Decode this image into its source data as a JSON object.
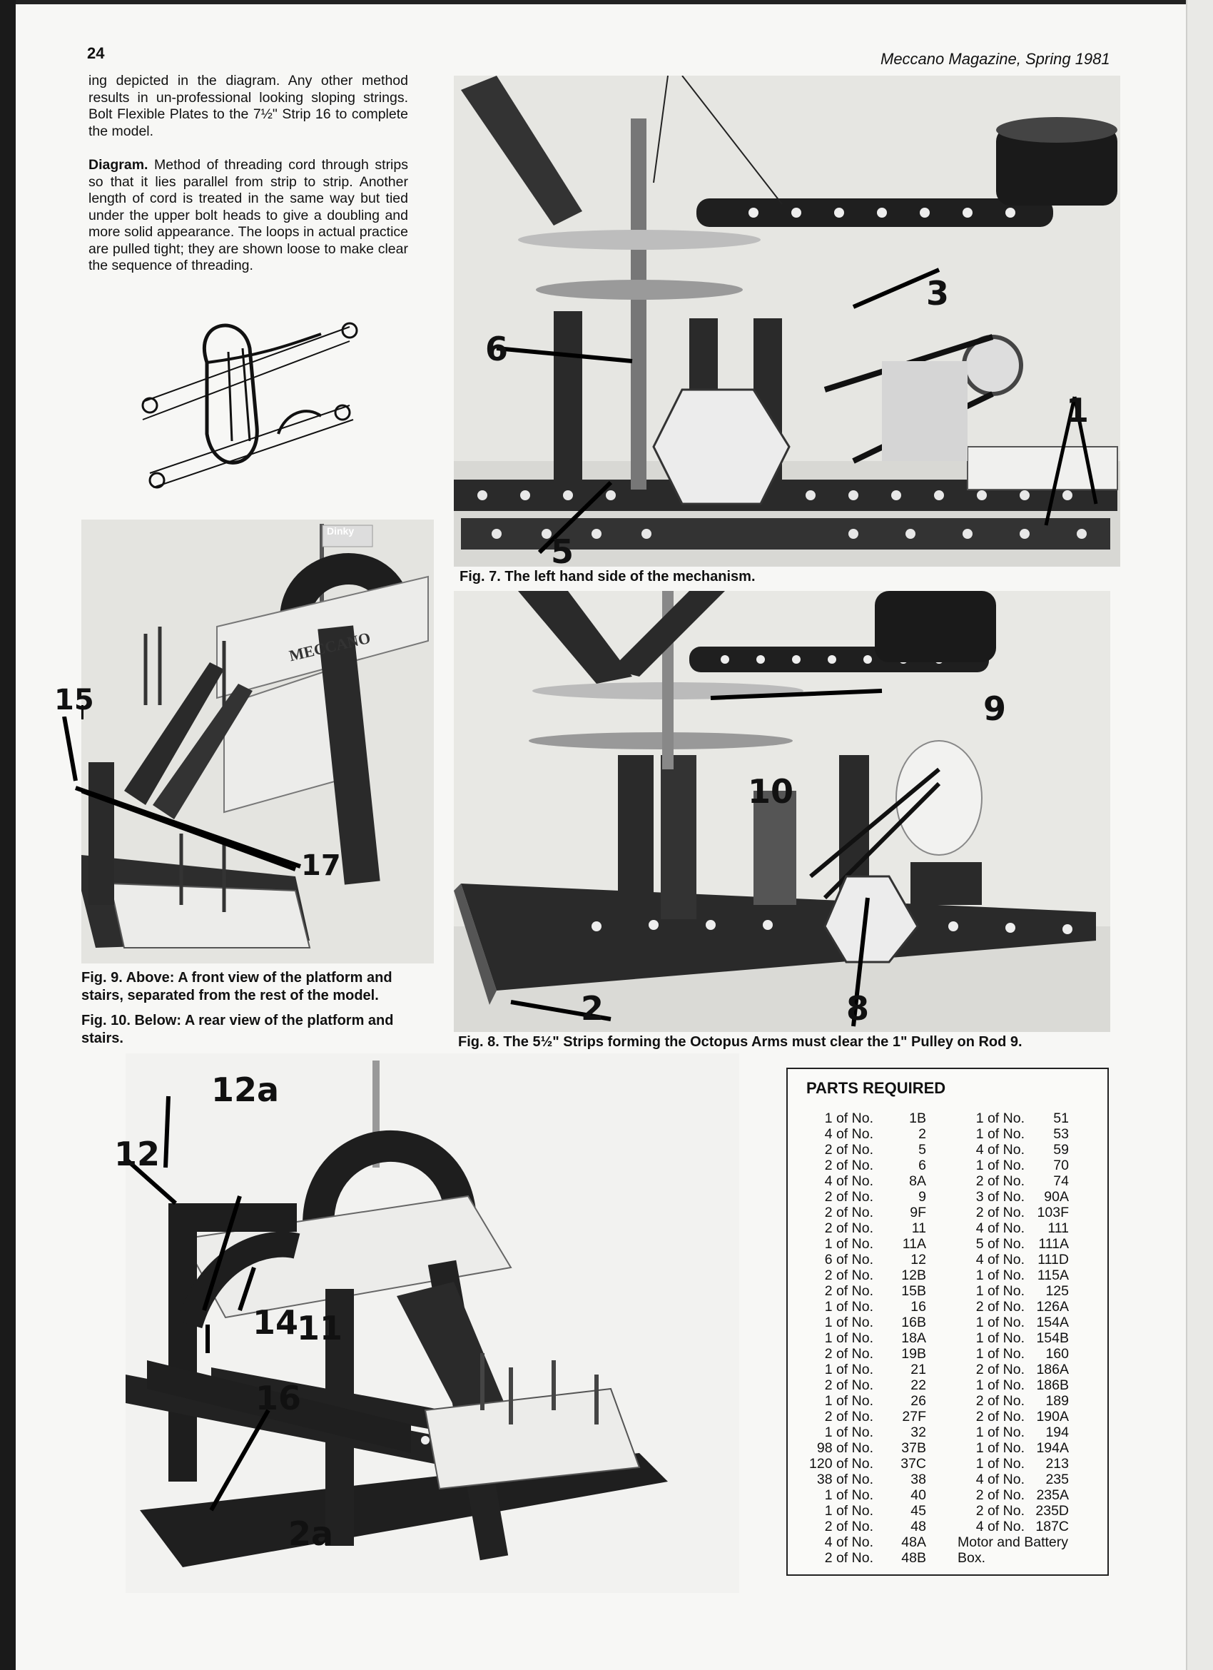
{
  "page": {
    "page_number": "24",
    "magazine": "Meccano Magazine, Spring 1981"
  },
  "text": {
    "intro": "ing depicted in the diagram. Any other method results in un-professional looking sloping strings. Bolt Flexible Plates to the 7½\" Strip 16 to complete the model.",
    "diagram_label": "Diagram.",
    "diagram_text": "Method of threading cord through strips so that it lies parallel from strip to strip. Another length of cord is treated in the same way but tied under the upper bolt heads to give a doubling and more solid appearance. The loops in actual practice are pulled tight; they are shown loose to make clear the sequence of threading."
  },
  "figures": {
    "fig7_caption": "Fig. 7. The left hand side of the mechanism.",
    "fig8_caption": "Fig. 8. The 5½\" Strips forming the Octopus Arms must clear the 1\" Pulley on Rod 9.",
    "fig9_caption": "Fig. 9. Above: A front view of the platform and stairs, separated from the rest of the model.",
    "fig10_caption": "Fig. 10. Below: A rear view of the platform and stairs.",
    "fig7_labels": [
      "3",
      "6",
      "1",
      "5"
    ],
    "fig8_labels": [
      "9",
      "10",
      "2",
      "8"
    ],
    "fig9_labels": [
      "15",
      "17"
    ],
    "fig9_signs": [
      "MECCANO",
      "Dinky"
    ],
    "fig10_labels": [
      "12a",
      "12",
      "14",
      "11",
      "16",
      "2a"
    ]
  },
  "parts": {
    "title": "PARTS REQUIRED",
    "left": [
      {
        "qty": "1 of No.",
        "part": "1B"
      },
      {
        "qty": "4 of No.",
        "part": "2"
      },
      {
        "qty": "2 of No.",
        "part": "5"
      },
      {
        "qty": "2 of No.",
        "part": "6"
      },
      {
        "qty": "4 of No.",
        "part": "8A"
      },
      {
        "qty": "2 of No.",
        "part": "9"
      },
      {
        "qty": "2 of No.",
        "part": "9F"
      },
      {
        "qty": "2 of No.",
        "part": "11"
      },
      {
        "qty": "1 of No.",
        "part": "11A"
      },
      {
        "qty": "6 of No.",
        "part": "12"
      },
      {
        "qty": "2 of No.",
        "part": "12B"
      },
      {
        "qty": "2 of No.",
        "part": "15B"
      },
      {
        "qty": "1 of No.",
        "part": "16"
      },
      {
        "qty": "1 of No.",
        "part": "16B"
      },
      {
        "qty": "1 of No.",
        "part": "18A"
      },
      {
        "qty": "2 of No.",
        "part": "19B"
      },
      {
        "qty": "1 of No.",
        "part": "21"
      },
      {
        "qty": "2 of No.",
        "part": "22"
      },
      {
        "qty": "1 of No.",
        "part": "26"
      },
      {
        "qty": "2 of No.",
        "part": "27F"
      },
      {
        "qty": "1 of No.",
        "part": "32"
      },
      {
        "qty": "98 of No.",
        "part": "37B"
      },
      {
        "qty": "120 of No.",
        "part": "37C"
      },
      {
        "qty": "38 of No.",
        "part": "38"
      },
      {
        "qty": "1 of No.",
        "part": "40"
      },
      {
        "qty": "1 of No.",
        "part": "45"
      },
      {
        "qty": "2 of No.",
        "part": "48"
      },
      {
        "qty": "4 of No.",
        "part": "48A"
      },
      {
        "qty": "2 of No.",
        "part": "48B"
      }
    ],
    "right": [
      {
        "qty": "1 of No.",
        "part": "51"
      },
      {
        "qty": "1 of No.",
        "part": "53"
      },
      {
        "qty": "4 of No.",
        "part": "59"
      },
      {
        "qty": "1 of No.",
        "part": "70"
      },
      {
        "qty": "2 of No.",
        "part": "74"
      },
      {
        "qty": "3 of No.",
        "part": "90A"
      },
      {
        "qty": "2 of No.",
        "part": "103F"
      },
      {
        "qty": "4 of No.",
        "part": "111"
      },
      {
        "qty": "5 of No.",
        "part": "111A"
      },
      {
        "qty": "4 of No.",
        "part": "111D"
      },
      {
        "qty": "1 of No.",
        "part": "115A"
      },
      {
        "qty": "1 of No.",
        "part": "125"
      },
      {
        "qty": "2 of No.",
        "part": "126A"
      },
      {
        "qty": "1 of No.",
        "part": "154A"
      },
      {
        "qty": "1 of No.",
        "part": "154B"
      },
      {
        "qty": "1 of No.",
        "part": "160"
      },
      {
        "qty": "2 of No.",
        "part": "186A"
      },
      {
        "qty": "1 of No.",
        "part": "186B"
      },
      {
        "qty": "2 of No.",
        "part": "189"
      },
      {
        "qty": "2 of No.",
        "part": "190A"
      },
      {
        "qty": "1 of No.",
        "part": "194"
      },
      {
        "qty": "1 of No.",
        "part": "194A"
      },
      {
        "qty": "1 of No.",
        "part": "213"
      },
      {
        "qty": "4 of No.",
        "part": "235"
      },
      {
        "qty": "2 of No.",
        "part": "235A"
      },
      {
        "qty": "2 of No.",
        "part": "235D"
      },
      {
        "qty": "4 of No.",
        "part": "187C"
      }
    ],
    "extra": "Motor and Battery Box."
  }
}
